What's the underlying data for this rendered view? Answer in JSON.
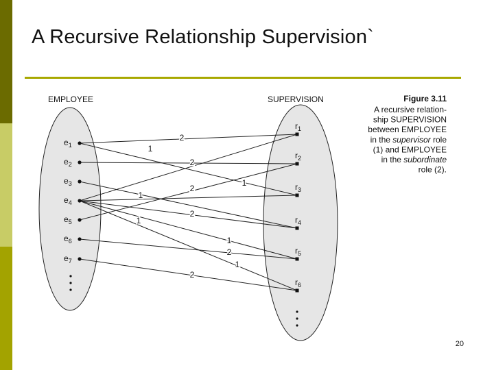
{
  "slide": {
    "title": "A Recursive Relationship Supervision`",
    "page_number": "20"
  },
  "diagram": {
    "left_set_label": "EMPLOYEE",
    "right_set_label": "SUPERVISION",
    "employees": [
      {
        "base": "e",
        "sub": "1"
      },
      {
        "base": "e",
        "sub": "2"
      },
      {
        "base": "e",
        "sub": "3"
      },
      {
        "base": "e",
        "sub": "4"
      },
      {
        "base": "e",
        "sub": "5"
      },
      {
        "base": "e",
        "sub": "6"
      },
      {
        "base": "e",
        "sub": "7"
      }
    ],
    "relationships": [
      {
        "base": "r",
        "sub": "1"
      },
      {
        "base": "r",
        "sub": "2"
      },
      {
        "base": "r",
        "sub": "3"
      },
      {
        "base": "r",
        "sub": "4"
      },
      {
        "base": "r",
        "sub": "5"
      },
      {
        "base": "r",
        "sub": "6"
      }
    ],
    "role_labels": [
      "2",
      "1",
      "2",
      "1",
      "2",
      "1",
      "2",
      "1",
      "1",
      "2",
      "1",
      "2"
    ],
    "caption": {
      "heading": "Figure 3.11",
      "lines": [
        {
          "text": "A recursive relation-"
        },
        {
          "text": "ship SUPERVISION"
        },
        {
          "text": "between EMPLOYEE"
        },
        {
          "text": "in the ",
          "em": "supervisor",
          "tail": " role"
        },
        {
          "text": "(1) and EMPLOYEE"
        },
        {
          "text": "in the ",
          "em": "subordinate"
        },
        {
          "text": "role (2)."
        }
      ]
    }
  }
}
